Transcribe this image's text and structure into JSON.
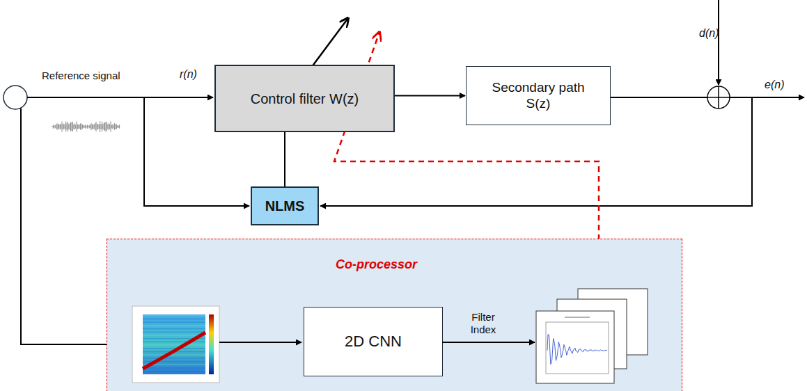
{
  "diagram": {
    "nodes": [
      {
        "text": [
          "Control filter W(z)"
        ]
      },
      {
        "text": [
          "Secondary path S(z)"
        ]
      },
      {
        "text": [
          "NLMS"
        ]
      },
      {
        "text": [
          "Co-processor"
        ]
      },
      {
        "text": [
          "2D CNN"
        ],
        "in": 3
      }
    ],
    "edges": [
      {
        "from": 0,
        "to": 1,
        "arrow": "to"
      },
      {
        "from": 2,
        "to": 0,
        "arrow": "none"
      }
    ],
    "labels": [
      "Reference signal",
      "r(n)",
      "d(n)",
      "e(n)",
      "Filter Index"
    ]
  }
}
